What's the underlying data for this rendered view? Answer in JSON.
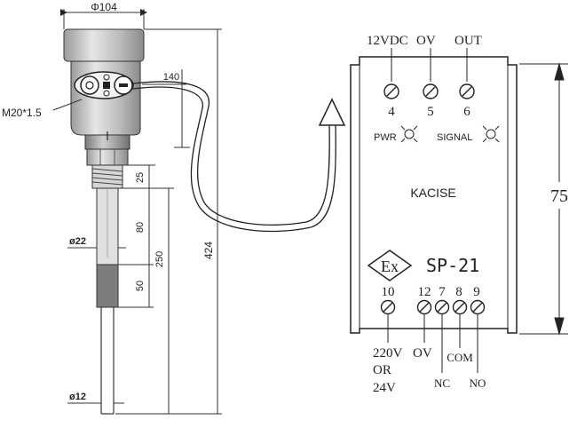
{
  "sensor": {
    "dim_diameter_top": "Φ104",
    "dim_140": "140",
    "dim_thread": "M20*1.5",
    "dim_25": "25",
    "dim_80": "80",
    "dim_250": "250",
    "dim_50": "50",
    "dim_424": "424",
    "dim_diameter_22": "ø22",
    "dim_diameter_12": "ø12"
  },
  "module": {
    "top_labels": {
      "supply": "12VDC",
      "zero": "OV",
      "out": "OUT"
    },
    "top_terminals": [
      "4",
      "5",
      "6"
    ],
    "pwr_label": "PWR",
    "signal_label": "SIGNAL",
    "brand": "KACISE",
    "ex_mark": "Ex",
    "model": "SP-21",
    "bottom_terminals": [
      "10",
      "12",
      "7",
      "8",
      "9"
    ],
    "height_dim": "75",
    "bottom_labels": {
      "power_line1": "220V",
      "power_line2": "OR",
      "power_line3": "24V",
      "zero": "OV",
      "nc": "NC",
      "com": "COM",
      "no": "NO"
    }
  }
}
